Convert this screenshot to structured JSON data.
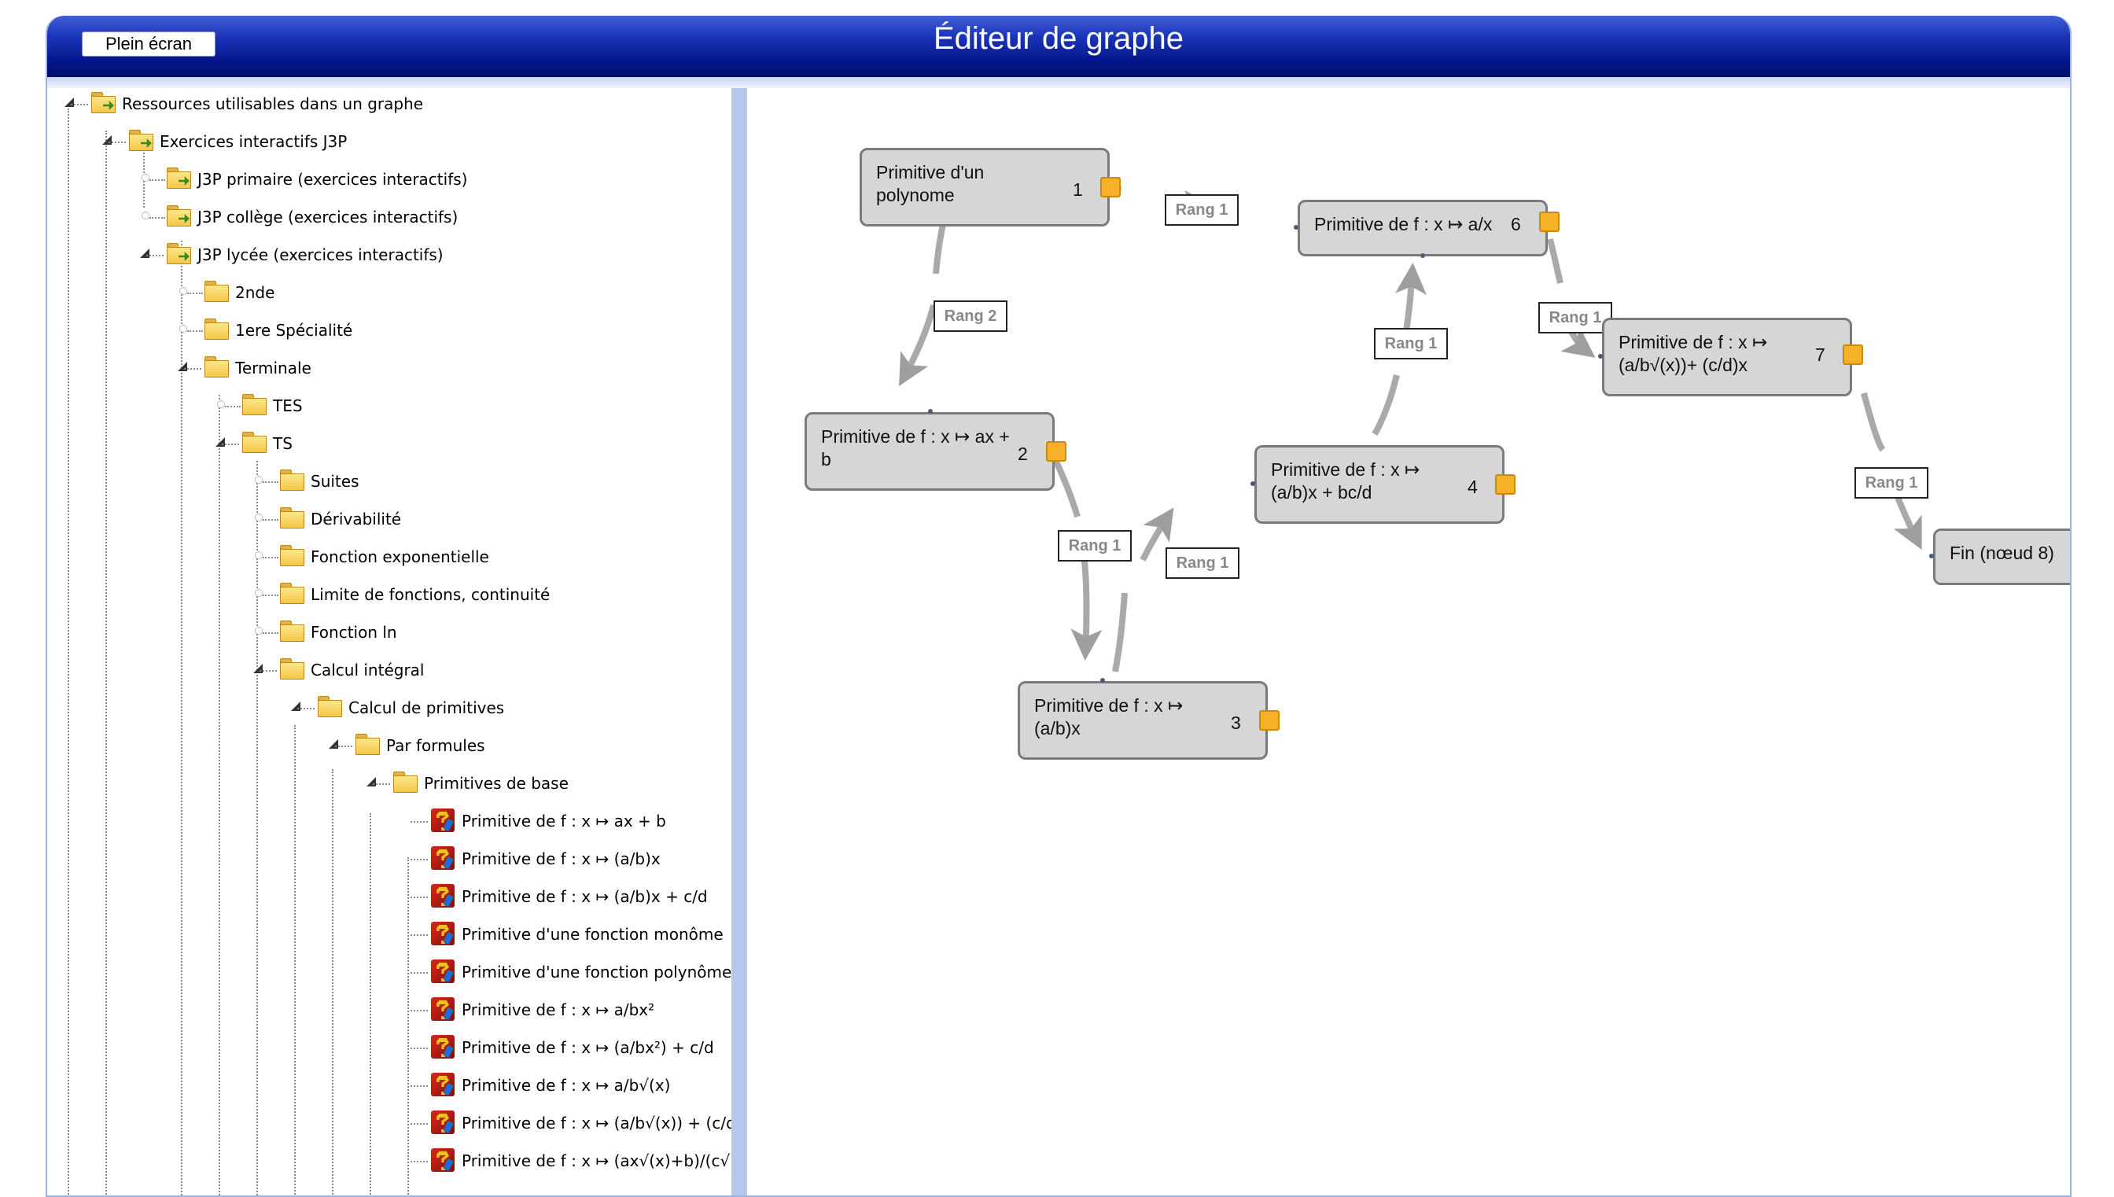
{
  "window": {
    "title": "Éditeur de graphe",
    "fullscreen_label": "Plein écran"
  },
  "tree": {
    "root": "Ressources utilisables dans un graphe",
    "j3p": "Exercices interactifs J3P",
    "primaire": "J3P primaire (exercices interactifs)",
    "college": "J3P collège (exercices interactifs)",
    "lycee": "J3P lycée (exercices interactifs)",
    "seconde": "2nde",
    "premiere": "1ere Spécialité",
    "terminale": "Terminale",
    "tes": "TES",
    "ts": "TS",
    "suites": "Suites",
    "derivabilite": "Dérivabilité",
    "exponentielle": "Fonction exponentielle",
    "limite": "Limite de fonctions, continuité",
    "ln": "Fonction ln",
    "integral": "Calcul intégral",
    "primitives": "Calcul de primitives",
    "formules": "Par formules",
    "base": "Primitives de base",
    "exercises": [
      "Primitive de f : x ↦ ax + b",
      "Primitive de f : x ↦ (a/b)x",
      "Primitive de f : x ↦ (a/b)x + c/d",
      "Primitive d'une fonction monôme",
      "Primitive d'une fonction polynôme",
      "Primitive de f : x ↦ a/bx²",
      "Primitive de f : x ↦ (a/bx²) + c/d",
      "Primitive de f : x ↦ a/b√(x)",
      "Primitive de f : x ↦ (a/b√(x)) + (c/d)x",
      "Primitive de f : x ↦ (ax√(x)+b)/(c√(x))"
    ]
  },
  "graph": {
    "nodes": {
      "n1": {
        "label": "Primitive d'un polynome",
        "num": "1"
      },
      "n2": {
        "label": "Primitive de f : x ↦ ax + b",
        "num": "2"
      },
      "n3": {
        "label": "Primitive de f : x ↦ (a/b)x",
        "num": "3"
      },
      "n4": {
        "label": "Primitive de f : x ↦ (a/b)x + bc/d",
        "num": "4"
      },
      "n6": {
        "label": "Primitive de f : x ↦ a/x",
        "num": "6"
      },
      "n7": {
        "label": "Primitive de f : x ↦ (a/b√(x))+ (c/d)x",
        "num": "7"
      },
      "n8": {
        "label": "Fin (nœud 8)"
      }
    },
    "edges": {
      "e1_6": "Rang 1",
      "e1_2": "Rang 2",
      "e2_3": "Rang 1",
      "e3_4": "Rang 1",
      "e4_6": "Rang 1",
      "e6_7": "Rang 1",
      "e7_8": "Rang 1"
    }
  }
}
